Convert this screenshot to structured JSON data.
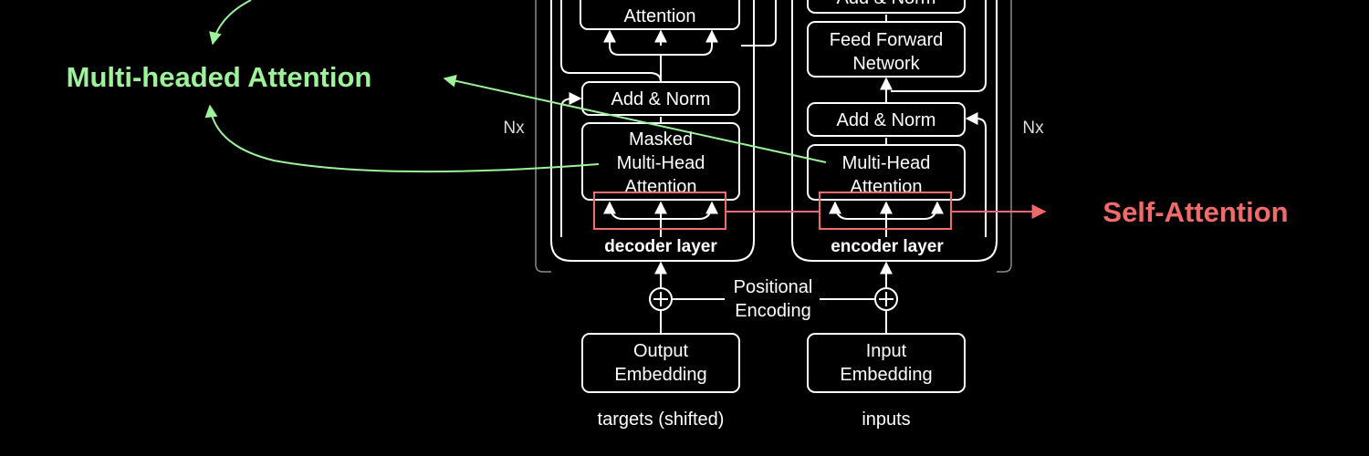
{
  "colors": {
    "background": "#000000",
    "diagram": "#ffffff",
    "multi_head_callout": "#9df29a",
    "self_attention_callout": "#f26a6a"
  },
  "callouts": {
    "multi_head": "Multi-headed Attention",
    "self_attention": "Self-Attention"
  },
  "decoder": {
    "top_attention": "Attention",
    "add_norm": "Add & Norm",
    "masked_mha": [
      "Masked",
      "Multi-Head",
      "Attention"
    ],
    "layer_label": "decoder layer",
    "repeat": "Nx"
  },
  "encoder": {
    "top_add_norm": "Add & Norm",
    "ffn": [
      "Feed Forward",
      "Network"
    ],
    "add_norm": "Add & Norm",
    "mha": [
      "Multi-Head",
      "Attention"
    ],
    "layer_label": "encoder layer",
    "repeat": "Nx"
  },
  "positional_encoding": [
    "Positional",
    "Encoding"
  ],
  "embeddings": {
    "output": [
      "Output",
      "Embedding"
    ],
    "input": [
      "Input",
      "Embedding"
    ]
  },
  "captions": {
    "targets": "targets (shifted)",
    "inputs": "inputs"
  }
}
